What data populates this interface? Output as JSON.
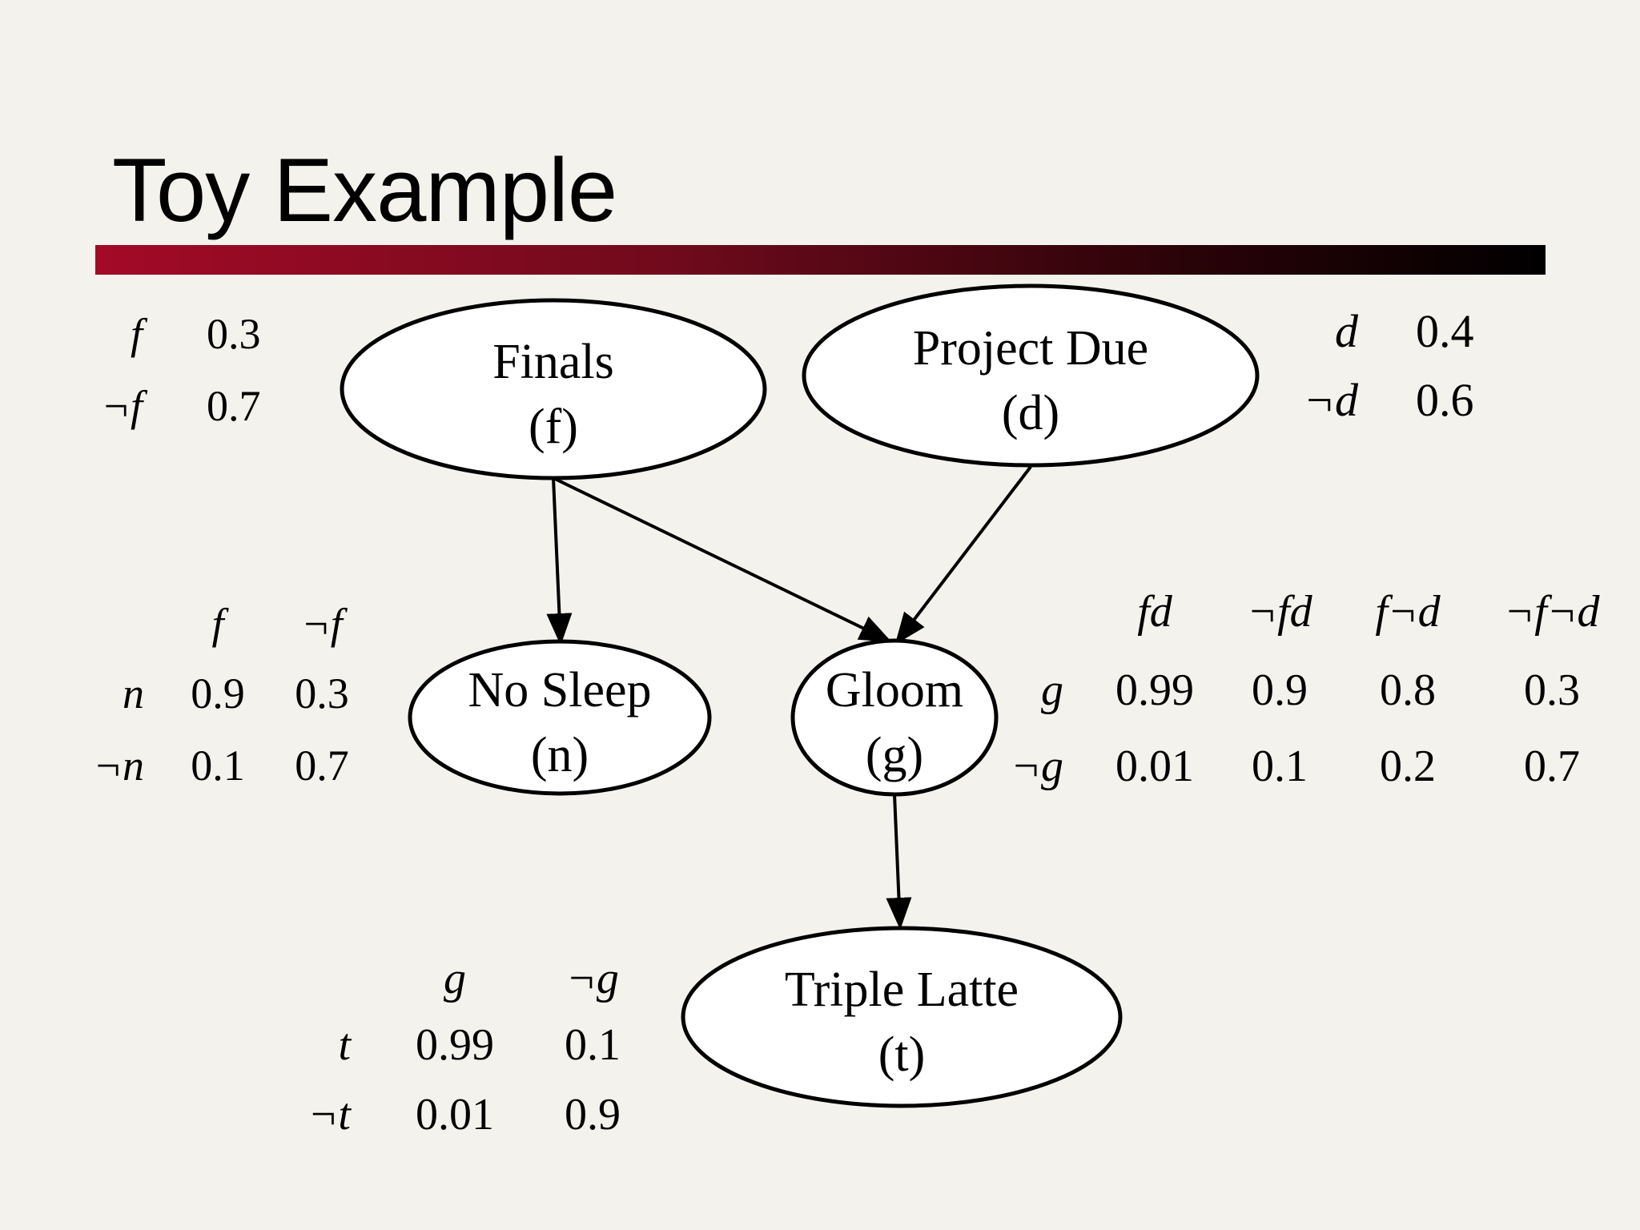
{
  "title": "Toy Example",
  "nodes": {
    "finals": {
      "name": "Finals",
      "symbol": "(f)"
    },
    "project": {
      "name": "Project Due",
      "symbol": "(d)"
    },
    "nosleep": {
      "name": "No Sleep",
      "symbol": "(n)"
    },
    "gloom": {
      "name": "Gloom",
      "symbol": "(g)"
    },
    "latte": {
      "name": "Triple Latte",
      "symbol": "(t)"
    }
  },
  "edges": [
    [
      "finals",
      "nosleep"
    ],
    [
      "finals",
      "gloom"
    ],
    [
      "project",
      "gloom"
    ],
    [
      "gloom",
      "latte"
    ]
  ],
  "cpt_f": {
    "rows": [
      {
        "label": "f",
        "value": "0.3"
      },
      {
        "label": "¬f",
        "value": "0.7"
      }
    ]
  },
  "cpt_d": {
    "rows": [
      {
        "label": "d",
        "value": "0.4"
      },
      {
        "label": "¬d",
        "value": "0.6"
      }
    ]
  },
  "cpt_n": {
    "cols": [
      "f",
      "¬f"
    ],
    "rows": [
      {
        "label": "n",
        "values": [
          "0.9",
          "0.3"
        ]
      },
      {
        "label": "¬n",
        "values": [
          "0.1",
          "0.7"
        ]
      }
    ]
  },
  "cpt_g": {
    "cols": [
      "fd",
      "¬fd",
      "f¬d",
      "¬f¬d"
    ],
    "rows": [
      {
        "label": "g",
        "values": [
          "0.99",
          "0.9",
          "0.8",
          "0.3"
        ]
      },
      {
        "label": "¬g",
        "values": [
          "0.01",
          "0.1",
          "0.2",
          "0.7"
        ]
      }
    ]
  },
  "cpt_t": {
    "cols": [
      "g",
      "¬g"
    ],
    "rows": [
      {
        "label": "t",
        "values": [
          "0.99",
          "0.1"
        ]
      },
      {
        "label": "¬t",
        "values": [
          "0.01",
          "0.9"
        ]
      }
    ]
  }
}
